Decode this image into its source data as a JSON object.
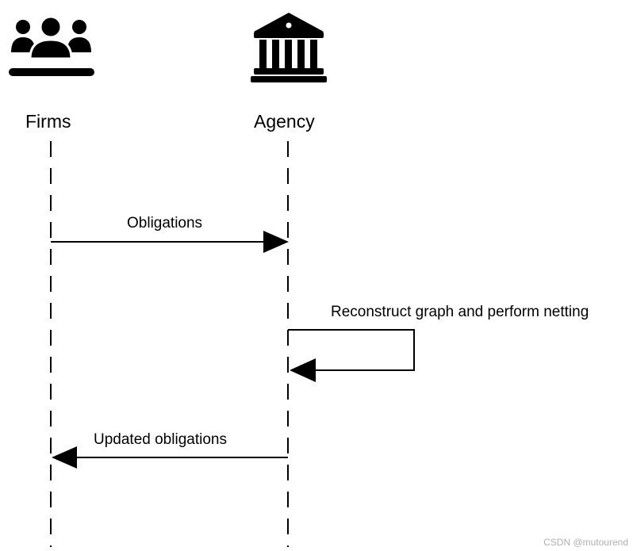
{
  "actors": {
    "firms": {
      "label": "Firms",
      "icon": "people-group-icon"
    },
    "agency": {
      "label": "Agency",
      "icon": "bank-building-icon"
    }
  },
  "messages": [
    {
      "label": "Obligations",
      "from": "Firms",
      "to": "Agency"
    },
    {
      "label": "Reconstruct graph and perform netting",
      "from": "Agency",
      "to": "Agency"
    },
    {
      "label": "Updated obligations",
      "from": "Agency",
      "to": "Firms"
    }
  ],
  "watermark": "CSDN @mutourend",
  "colors": {
    "line": "#000000",
    "watermark": "#b0b0b0"
  }
}
